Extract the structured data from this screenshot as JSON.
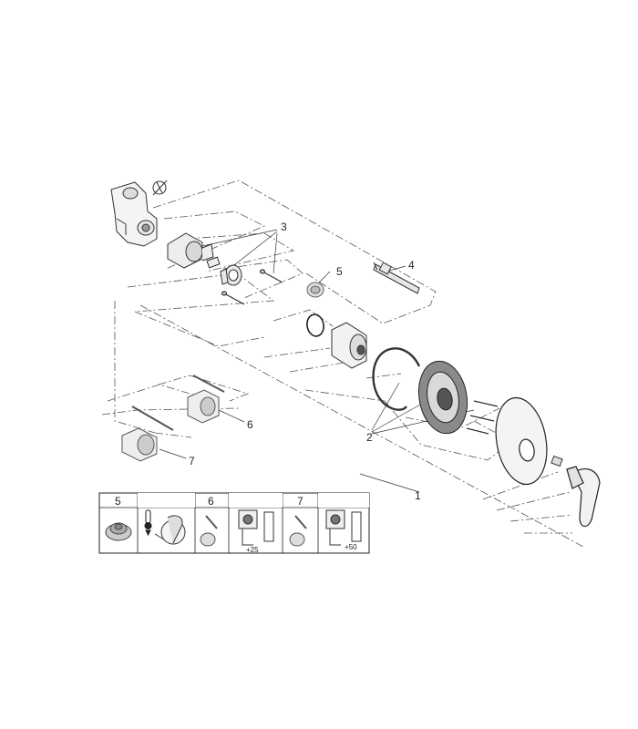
{
  "callouts": {
    "c1": "1",
    "c2": "2",
    "c3": "3",
    "c4": "4",
    "c5": "5",
    "c6": "6",
    "c7": "7"
  },
  "panel": {
    "p5": "5",
    "p6": "6",
    "p7": "7",
    "dim_a": "+25",
    "dim_b": "+50"
  },
  "icons": {
    "thermometer": "thermometer-icon",
    "no_tool": "crossed-out-icon"
  }
}
